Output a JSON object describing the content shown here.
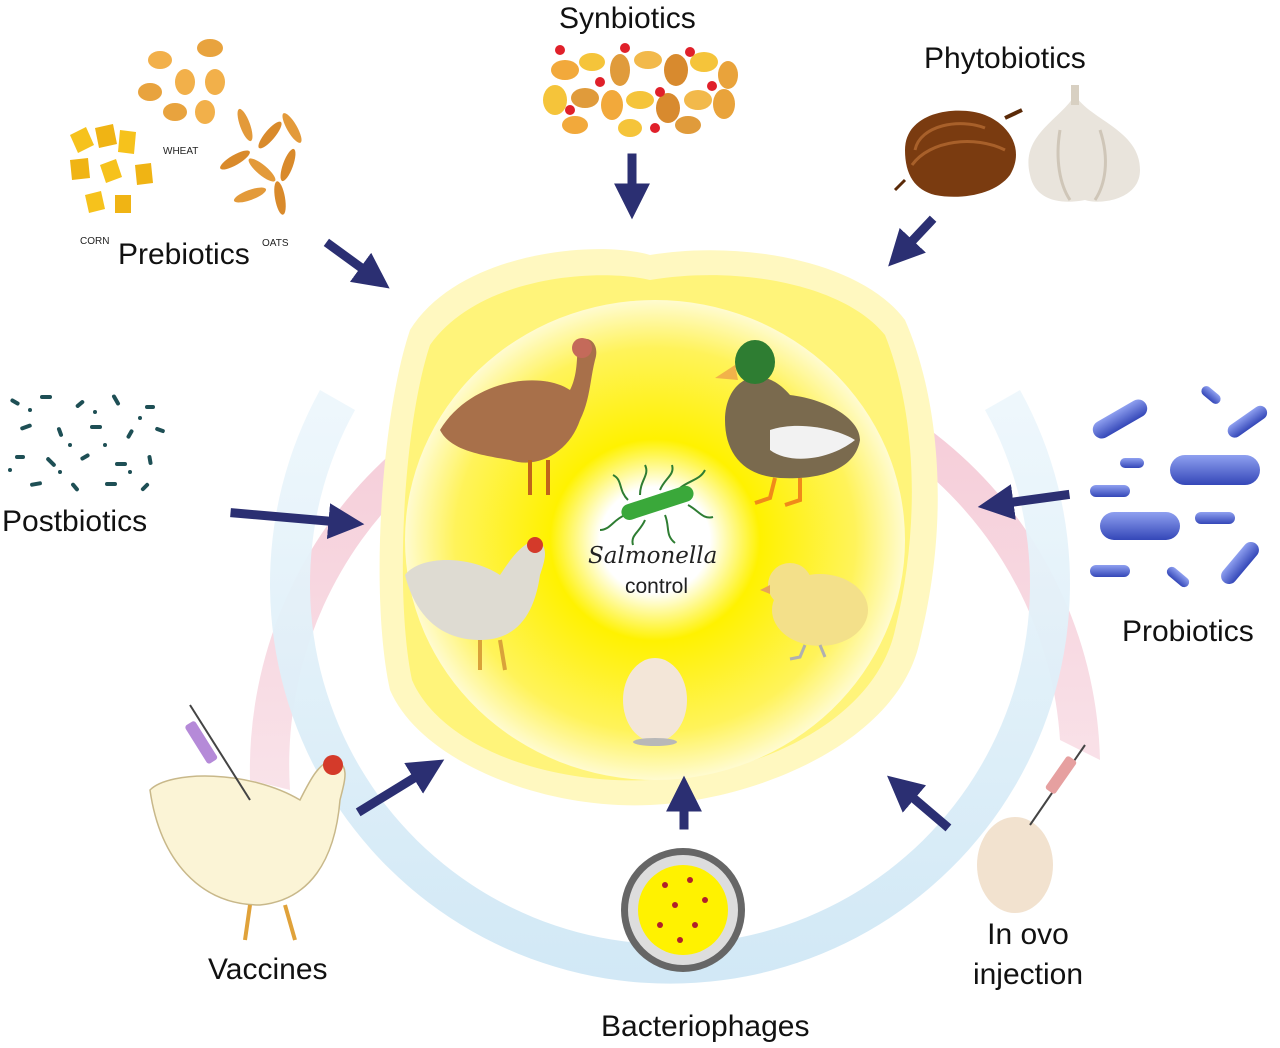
{
  "center": {
    "title": "Salmonella",
    "subtitle": "control"
  },
  "interventions": {
    "synbiotics": "Synbiotics",
    "phytobiotics": "Phytobiotics",
    "prebiotics": "Prebiotics",
    "postbiotics": "Postbiotics",
    "probiotics": "Probiotics",
    "vaccines": "Vaccines",
    "bacteriophages": "Bacteriophages",
    "in_ovo_line1": "In ovo",
    "in_ovo_line2": "injection"
  },
  "grain_labels": {
    "corn": "CORN",
    "wheat": "WHEAT",
    "oats": "OATS"
  },
  "colors": {
    "outer_ring": "#f4c6d3",
    "inner_ring": "#cfe7f5",
    "arrow": "#2b2f72",
    "center_glow": "#ffe81a",
    "probiotic": "#4a5fd0",
    "postbiotic": "#1e4f55"
  }
}
